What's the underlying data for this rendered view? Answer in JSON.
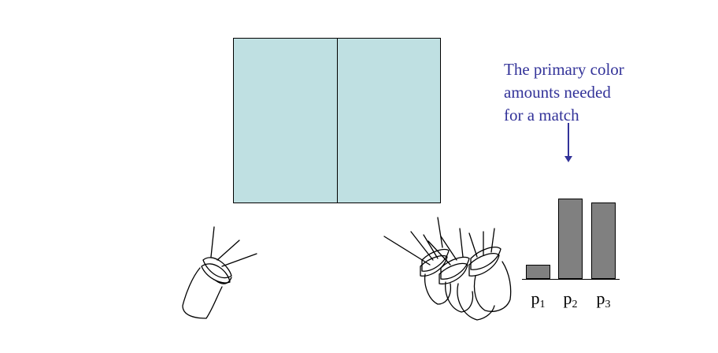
{
  "colors": {
    "field": "#bfe0e2",
    "caption_text": "#333399",
    "arrow": "#333399",
    "bar": "#808080"
  },
  "caption_lines": [
    "The primary color",
    "amounts needed",
    "for a match"
  ],
  "chart_data": {
    "type": "bar",
    "categories": [
      "p1",
      "p2",
      "p3"
    ],
    "values": [
      18,
      100,
      95
    ],
    "ylim": [
      0,
      100
    ],
    "labels": [
      {
        "base": "p",
        "sub": "1"
      },
      {
        "base": "p",
        "sub": "2"
      },
      {
        "base": "p",
        "sub": "3"
      }
    ]
  },
  "icons": [
    "test-lamp-icon",
    "primary-lamp-icon",
    "down-arrow-icon"
  ]
}
